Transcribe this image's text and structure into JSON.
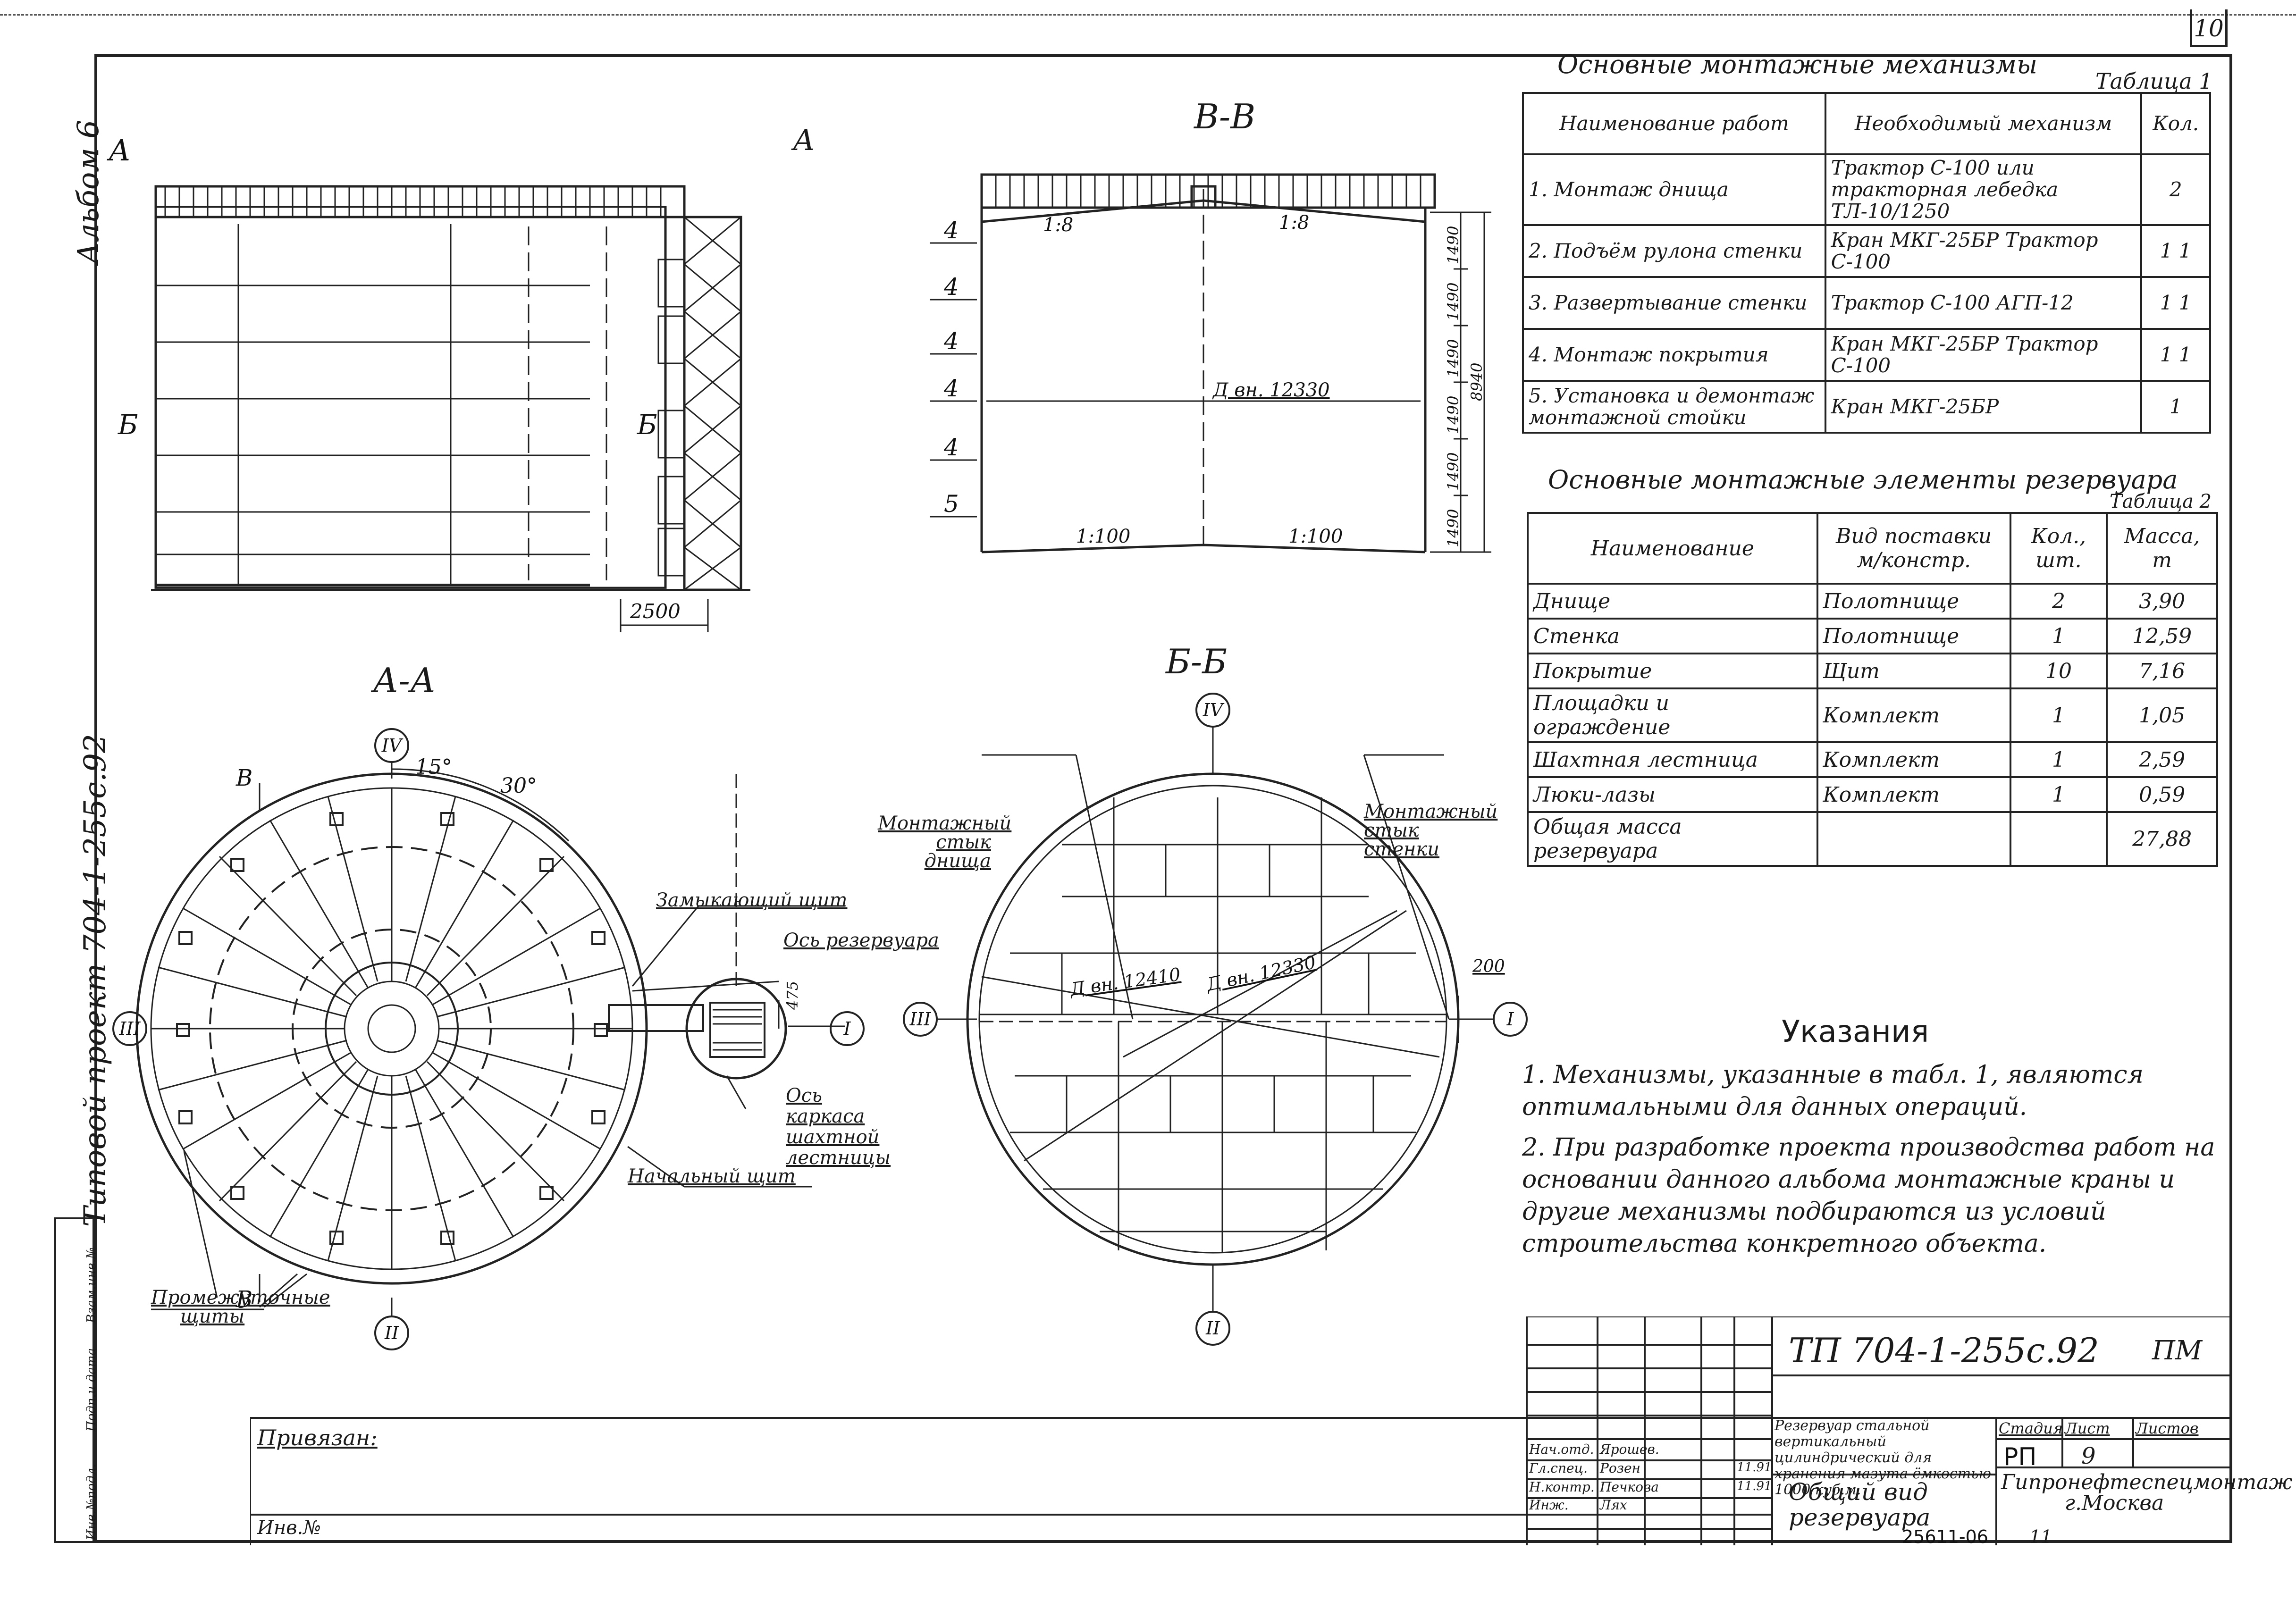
{
  "sheet_number": "10",
  "side": {
    "album": "Альбом 6",
    "project": "Типовой проект 704-1-255с.92",
    "stamp": [
      "Инв.№подл.",
      "Подп.и дата",
      "Взам.инв.№"
    ]
  },
  "views": {
    "elevation_section_marks": [
      "А",
      "А",
      "Б",
      "Б"
    ],
    "elevation_dim": "2500",
    "vv_title": "В-В",
    "vv_slopes": [
      "1:8",
      "1:8",
      "1:100",
      "1:100"
    ],
    "vv_diameter": "Д вн. 12330",
    "vv_dims_left": [
      "4",
      "4",
      "4",
      "4",
      "4",
      "5"
    ],
    "vv_dims_right": [
      "1490",
      "1490",
      "1490",
      "1490",
      "1490",
      "1490"
    ],
    "vv_total": "8940",
    "aa_title": "А-А",
    "aa_angles": [
      "15°",
      "30°"
    ],
    "aa_marks": [
      "В",
      "В"
    ],
    "aa_axes": [
      "IV",
      "III",
      "I",
      "II"
    ],
    "aa_dim": "475",
    "aa_labels": {
      "closing": "Замыкающий щит",
      "axis_tank": "Ось резервуара",
      "axis_stair": "Ось каркаса шахтной лестницы",
      "starting": "Начальный щит",
      "intermediate": "Промежуточные щиты"
    },
    "bb_title": "Б-Б",
    "bb_axes": [
      "IV",
      "III",
      "I",
      "II"
    ],
    "bb_labels": {
      "bottom_joint": "Монтажный стык днища",
      "wall_joint": "Монтажный стык стенки"
    },
    "bb_dims": [
      "Д вн. 12410",
      "Д вн. 12330",
      "200"
    ]
  },
  "table1": {
    "caption": "Основные монтажные механизмы",
    "number": "Таблица 1",
    "headers": [
      "Наименование работ",
      "Необходимый механизм",
      "Кол."
    ],
    "rows": [
      {
        "work": "1. Монтаж днища",
        "mech": "Трактор С-100 или тракторная лебедка ТЛ-10/1250",
        "qty": "2"
      },
      {
        "work": "2. Подъём рулона стенки",
        "mech": "Кран МКГ-25БР Трактор С-100",
        "qty": "1 1"
      },
      {
        "work": "3. Развертывание стенки",
        "mech": "Трактор С-100 АГП-12",
        "qty": "1 1"
      },
      {
        "work": "4. Монтаж покрытия",
        "mech": "Кран МКГ-25БР Трактор С-100",
        "qty": "1 1"
      },
      {
        "work": "5. Установка и демонтаж монтажной стойки",
        "mech": "Кран МКГ-25БР",
        "qty": "1"
      }
    ]
  },
  "table2": {
    "caption": "Основные монтажные элементы резервуара",
    "number": "Таблица 2",
    "headers": [
      "Наименование",
      "Вид поставки м/констр.",
      "Кол., шт.",
      "Масса, т"
    ],
    "rows": [
      {
        "name": "Днище",
        "supply": "Полотнище",
        "qty": "2",
        "mass": "3,90"
      },
      {
        "name": "Стенка",
        "supply": "Полотнище",
        "qty": "1",
        "mass": "12,59"
      },
      {
        "name": "Покрытие",
        "supply": "Щит",
        "qty": "10",
        "mass": "7,16"
      },
      {
        "name": "Площадки и ограждение",
        "supply": "Комплект",
        "qty": "1",
        "mass": "1,05"
      },
      {
        "name": "Шахтная лестница",
        "supply": "Комплект",
        "qty": "1",
        "mass": "2,59"
      },
      {
        "name": "Люки-лазы",
        "supply": "Комплект",
        "qty": "1",
        "mass": "0,59"
      },
      {
        "name": "Общая масса резервуара",
        "supply": "",
        "qty": "",
        "mass": "27,88"
      }
    ]
  },
  "notes": {
    "title": "Указания",
    "items": [
      "1. Механизмы, указанные в табл. 1, являются оптимальными для данных операций.",
      "2. При разработке проекта производства работ на основании данного альбома монтажные краны и другие механизмы подбираются из условий строительства конкретного объекта."
    ]
  },
  "title_block": {
    "code": "ТП 704-1-255с.92",
    "sheet_type": "ПМ",
    "attached": "Привязан:",
    "inv": "Инв.№",
    "description": "Резервуар стальной вертикальный цилиндрический для хранения мазута ёмкостью 1000 куб.м.",
    "sheet_title": "Общий вид резервуара",
    "stage_label": "Стадия",
    "sheet_label": "Лист",
    "sheets_label": "Листов",
    "stage": "РП",
    "sheet": "9",
    "org": "Гипронефтеспецмонтаж г.Москва",
    "roles": [
      "Нач.отд.",
      "Гл.спец.",
      "Н.контр.",
      "Инж."
    ],
    "names": [
      "Ярошев.",
      "Розен",
      "Печкова",
      "Лях"
    ],
    "dates": [
      "11.91",
      "11.91"
    ],
    "bottom_code": "25611-06",
    "bottom_num": "11"
  }
}
